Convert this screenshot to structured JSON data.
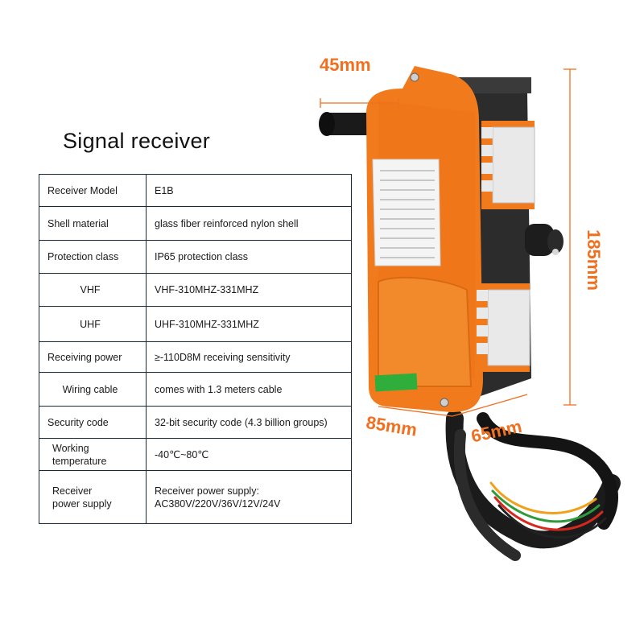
{
  "title": "Signal receiver",
  "specs": [
    {
      "label": "Receiver Model",
      "value": "E1B"
    },
    {
      "label": "Shell material",
      "value": "glass fiber reinforced nylon shell"
    },
    {
      "label": "Protection class",
      "value": "IP65 protection class"
    },
    {
      "label": "VHF",
      "value": "VHF-310MHZ-331MHZ"
    },
    {
      "label": "UHF",
      "value": "UHF-310MHZ-331MHZ"
    },
    {
      "label": "Receiving power",
      "value": "≥-110D8M receiving sensitivity"
    },
    {
      "label": "Wiring cable",
      "value": "comes with 1.3 meters cable"
    },
    {
      "label": "Security code",
      "value": "32-bit security code (4.3 billion groups)"
    },
    {
      "label": "Working\ntemperature",
      "value": "-40℃~80℃"
    },
    {
      "label": "Receiver\npower supply",
      "value": "Receiver power supply:\nAC380V/220V/36V/12V/24V"
    }
  ],
  "dimensions": {
    "top": "45mm",
    "height": "185mm",
    "width_front": "85mm",
    "width_side": "65mm"
  },
  "colors": {
    "accent": "#f07020",
    "housing": "#f07a1c",
    "housing_dark": "#2c2c2c",
    "terminal": "#e9e9e9",
    "label_green": "#2fae3c"
  }
}
